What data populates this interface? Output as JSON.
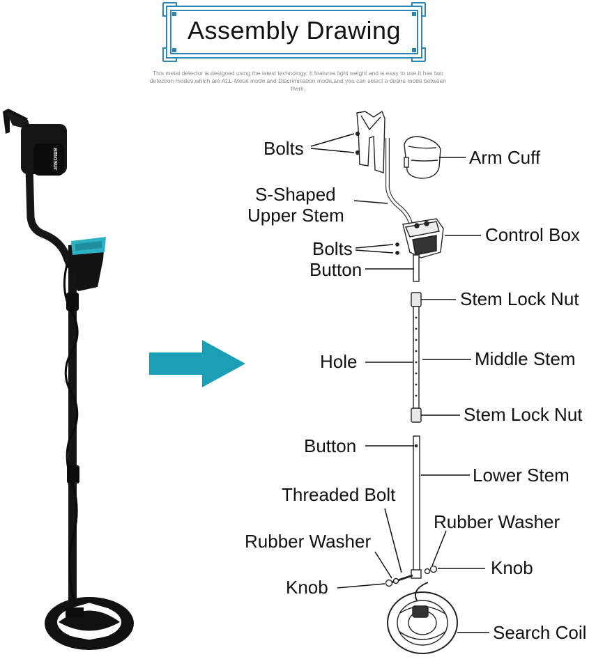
{
  "header": {
    "title": "Assembly Drawing",
    "subtitle": "This metal detector is designed using the latest technology. It features light weight and is easy to use.It has two detection modes,which are ALL-Metal mode and Discrimination mode,and you can select a desire mode between them."
  },
  "product": {
    "brand_text": "amosur"
  },
  "colors": {
    "frame": "#2e86b4",
    "arrow": "#1a9fb5",
    "accent": "#2bb2c4",
    "detector": "#111111"
  },
  "labels": {
    "bolts_top": "Bolts",
    "arm_cuff": "Arm Cuff",
    "s_shaped_line1": "S-Shaped",
    "s_shaped_line2": "Upper Stem",
    "control_box": "Control Box",
    "bolts_mid": "Bolts",
    "button_upper": "Button",
    "stem_lock_nut_top": "Stem Lock Nut",
    "hole": "Hole",
    "middle_stem": "Middle Stem",
    "stem_lock_nut_bottom": "Stem Lock Nut",
    "button_lower": "Button",
    "lower_stem": "Lower Stem",
    "threaded_bolt": "Threaded Bolt",
    "rubber_washer_right": "Rubber Washer",
    "rubber_washer_left": "Rubber Washer",
    "knob_right": "Knob",
    "knob_left": "Knob",
    "search_coil": "Search Coil"
  }
}
